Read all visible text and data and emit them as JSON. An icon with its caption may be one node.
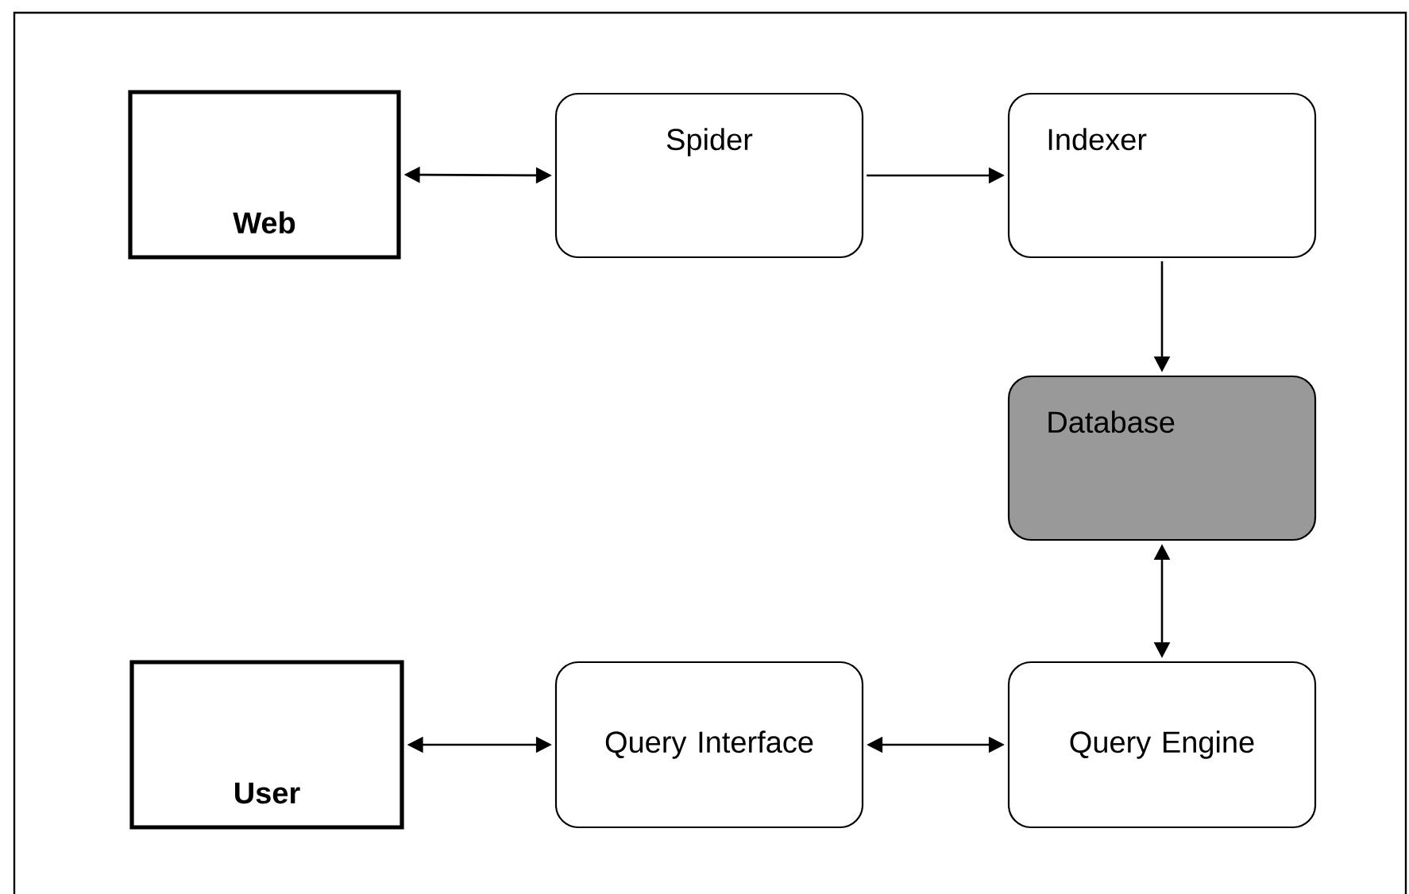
{
  "diagram": {
    "nodes": [
      {
        "text": [
          "Web"
        ]
      },
      {
        "text": [
          "Spider"
        ]
      },
      {
        "text": [
          "Indexer"
        ]
      },
      {
        "text": [
          "Database"
        ]
      },
      {
        "text": [
          "User"
        ]
      },
      {
        "text": [
          "Query Interface"
        ]
      },
      {
        "text": [
          "Query Engine"
        ]
      }
    ],
    "edges": [
      {
        "from": 0,
        "to": 1,
        "arrow": "both"
      },
      {
        "from": 1,
        "to": 2,
        "arrow": "to"
      },
      {
        "from": 2,
        "to": 3,
        "arrow": "to"
      },
      {
        "from": 3,
        "to": 6,
        "arrow": "both"
      },
      {
        "from": 4,
        "to": 5,
        "arrow": "both"
      },
      {
        "from": 5,
        "to": 6,
        "arrow": "both"
      }
    ]
  }
}
